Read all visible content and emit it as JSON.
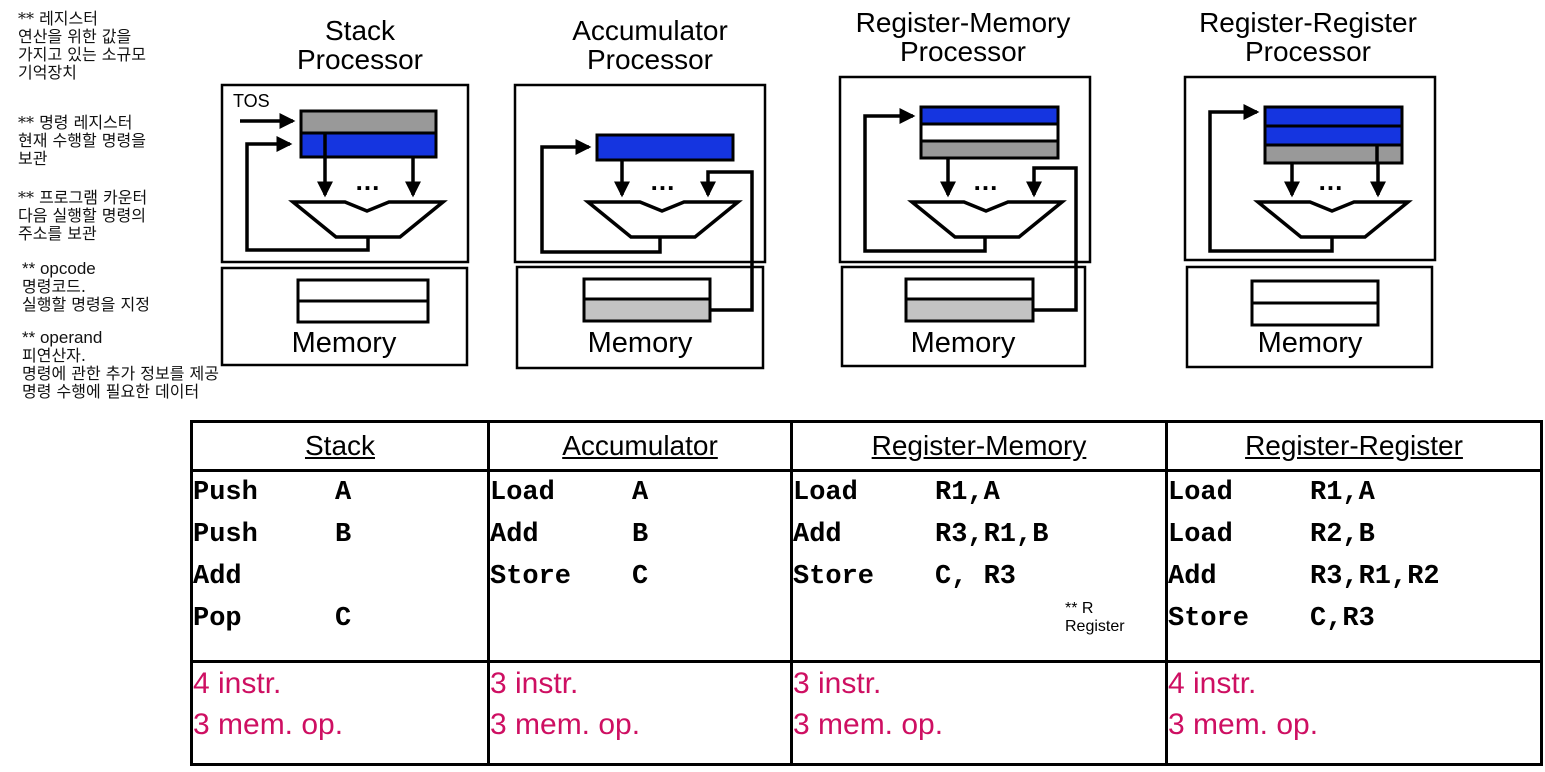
{
  "annotations": [
    {
      "lines": [
        "** 레지스터",
        "연산을 위한 값을",
        "가지고 있는 소규모",
        "기억장치"
      ]
    },
    {
      "lines": [
        "** 명령 레지스터",
        "현재 수행할 명령을",
        "보관"
      ]
    },
    {
      "lines": [
        "** 프로그램 카운터",
        "다음 실행할 명령의",
        "주소를 보관"
      ]
    },
    {
      "lines": [
        "** opcode",
        "명령코드.",
        "실행할 명령을 지정"
      ]
    },
    {
      "lines": [
        "** operand",
        "피연산자.",
        "명령에 관한 추가 정보를 제공",
        "명령 수행에 필요한 데이터"
      ]
    }
  ],
  "colors": {
    "register_blue": "#1535e0",
    "register_gray": "#999999",
    "memory_gray": "#c3c3c3",
    "count_magenta": "#ce0f62"
  },
  "diagrams": [
    {
      "title_line1": "Stack",
      "title_line2": "Processor",
      "tos_label": "TOS",
      "dots": "...",
      "memory_label": "Memory"
    },
    {
      "title_line1": "Accumulator",
      "title_line2": "Processor",
      "dots": "...",
      "memory_label": "Memory"
    },
    {
      "title_line1": "Register-Memory",
      "title_line2": "Processor",
      "dots": "...",
      "memory_label": "Memory"
    },
    {
      "title_line1": "Register-Register",
      "title_line2": "Processor",
      "dots": "...",
      "memory_label": "Memory"
    }
  ],
  "table": {
    "headers": [
      "Stack",
      "Accumulator",
      "Register-Memory",
      "Register-Register"
    ],
    "programs": [
      {
        "rows": [
          [
            "Push",
            "A"
          ],
          [
            "Push",
            "B"
          ],
          [
            "Add",
            ""
          ],
          [
            "Pop",
            "C"
          ]
        ]
      },
      {
        "rows": [
          [
            "Load",
            "A"
          ],
          [
            "Add",
            "B"
          ],
          [
            "Store",
            "C"
          ]
        ]
      },
      {
        "rows": [
          [
            "Load",
            "R1,A"
          ],
          [
            "Add",
            "R3,R1,B"
          ],
          [
            "Store",
            "C, R3"
          ]
        ],
        "note_lines": [
          "** R",
          "Register"
        ]
      },
      {
        "rows": [
          [
            "Load",
            "R1,A"
          ],
          [
            "Load",
            "R2,B"
          ],
          [
            "Add",
            "R3,R1,R2"
          ],
          [
            "Store",
            "C,R3"
          ]
        ]
      }
    ],
    "counts": [
      {
        "instr": "4 instr.",
        "mem": "3 mem. op."
      },
      {
        "instr": "3 instr.",
        "mem": "3 mem. op."
      },
      {
        "instr": "3 instr.",
        "mem": "3 mem. op."
      },
      {
        "instr": "4 instr.",
        "mem": "3 mem. op."
      }
    ]
  }
}
